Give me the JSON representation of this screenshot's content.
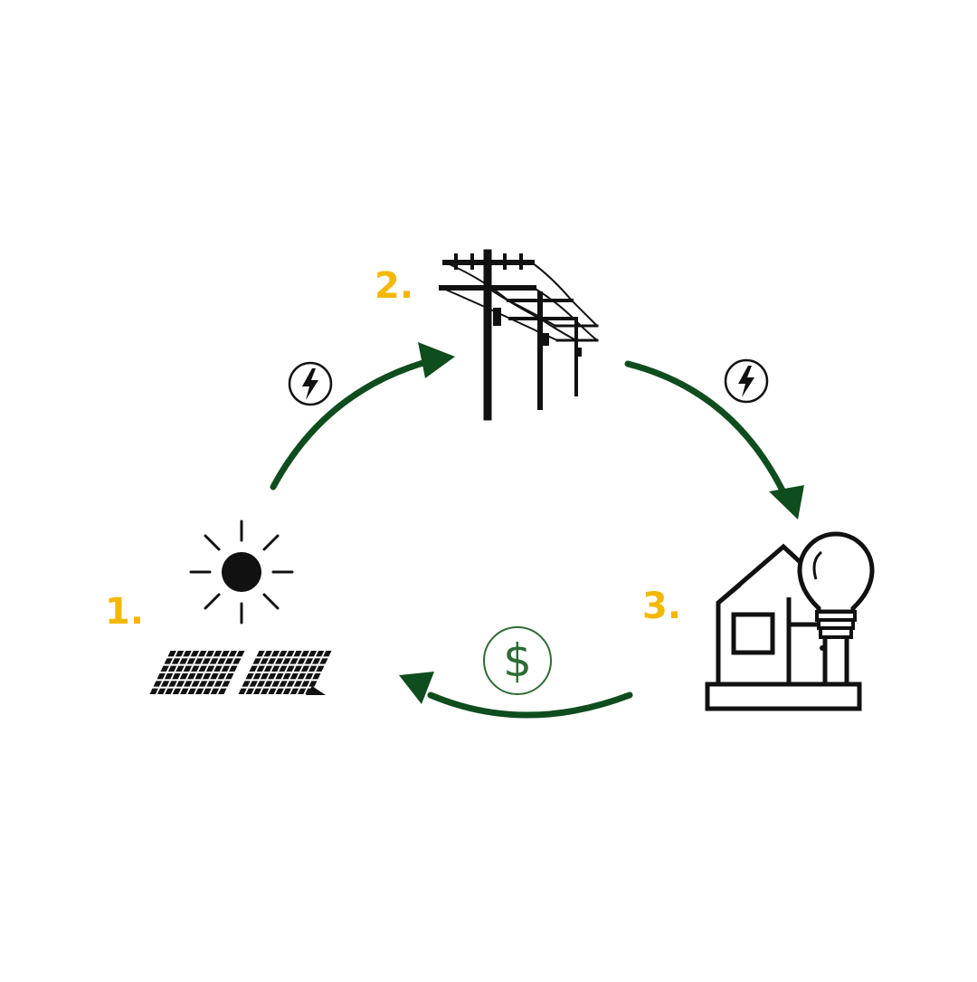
{
  "colors": {
    "step_label": "#F5B800",
    "arrow": "#0F4D1E",
    "icon": "#111111",
    "badge": "#2E6B35",
    "background": "#FFFFFF"
  },
  "steps": [
    {
      "label": "1.",
      "icon": "solar-panel-sun-icon"
    },
    {
      "label": "2.",
      "icon": "power-lines-icon"
    },
    {
      "label": "3.",
      "icon": "house-lightbulb-icon"
    }
  ],
  "badges": [
    {
      "icon": "lightning-bolt-icon"
    },
    {
      "icon": "lightning-bolt-icon"
    },
    {
      "icon": "dollar-icon",
      "symbol": "$"
    }
  ]
}
